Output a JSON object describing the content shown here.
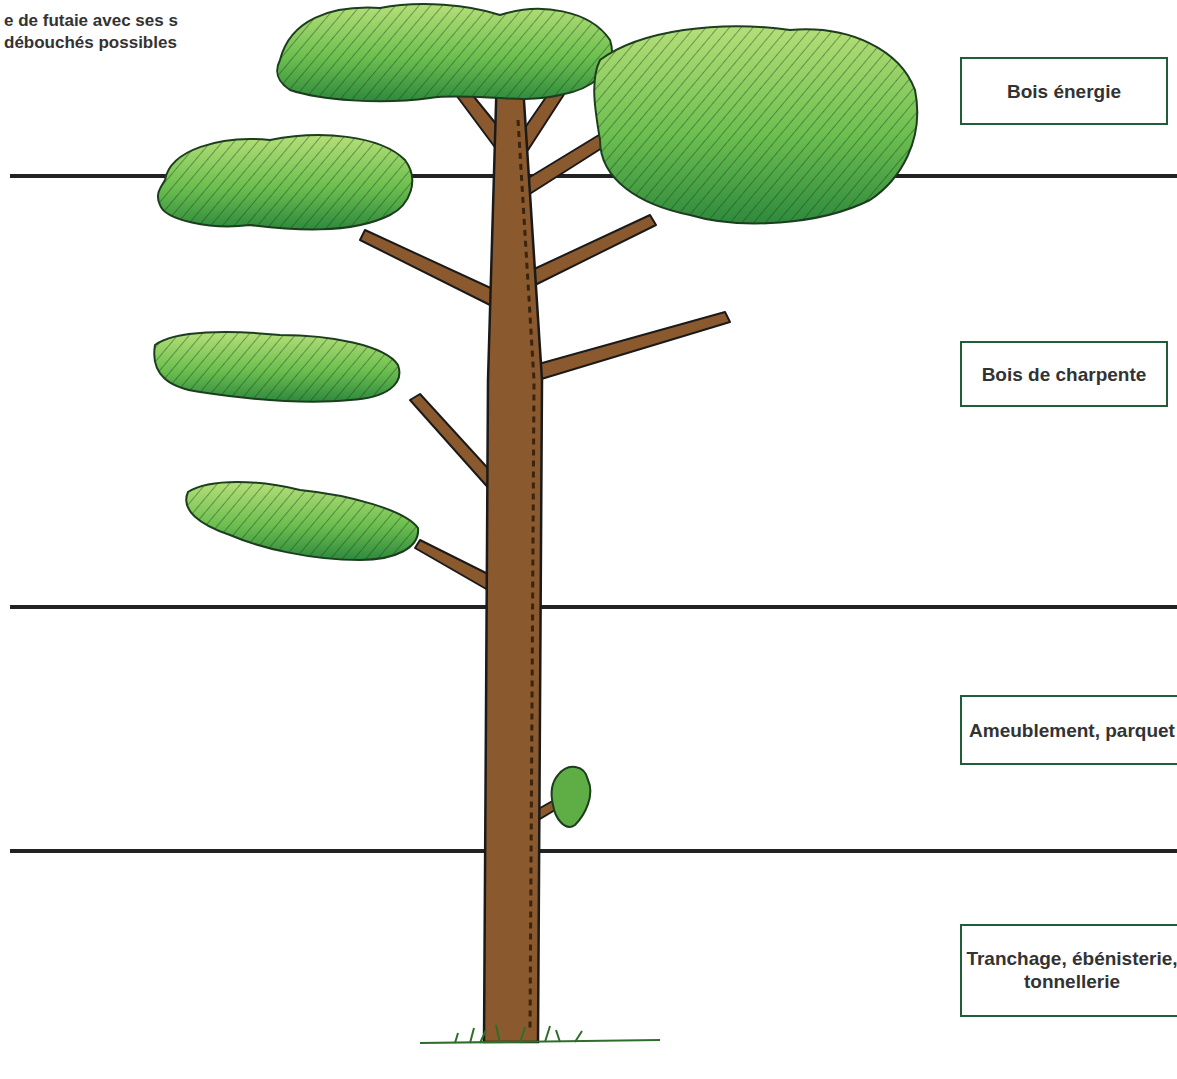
{
  "diagram": {
    "title": "e de futaie avec ses s débouchés possibles",
    "nodes": [
      {
        "text": [
          "Bois énergie"
        ]
      },
      {
        "text": [
          "Bois de charpente"
        ]
      },
      {
        "text": [
          "Ameublement, parquet"
        ]
      },
      {
        "text": [
          "Tranchage, ébénisterie, tonnellerie"
        ]
      }
    ]
  }
}
